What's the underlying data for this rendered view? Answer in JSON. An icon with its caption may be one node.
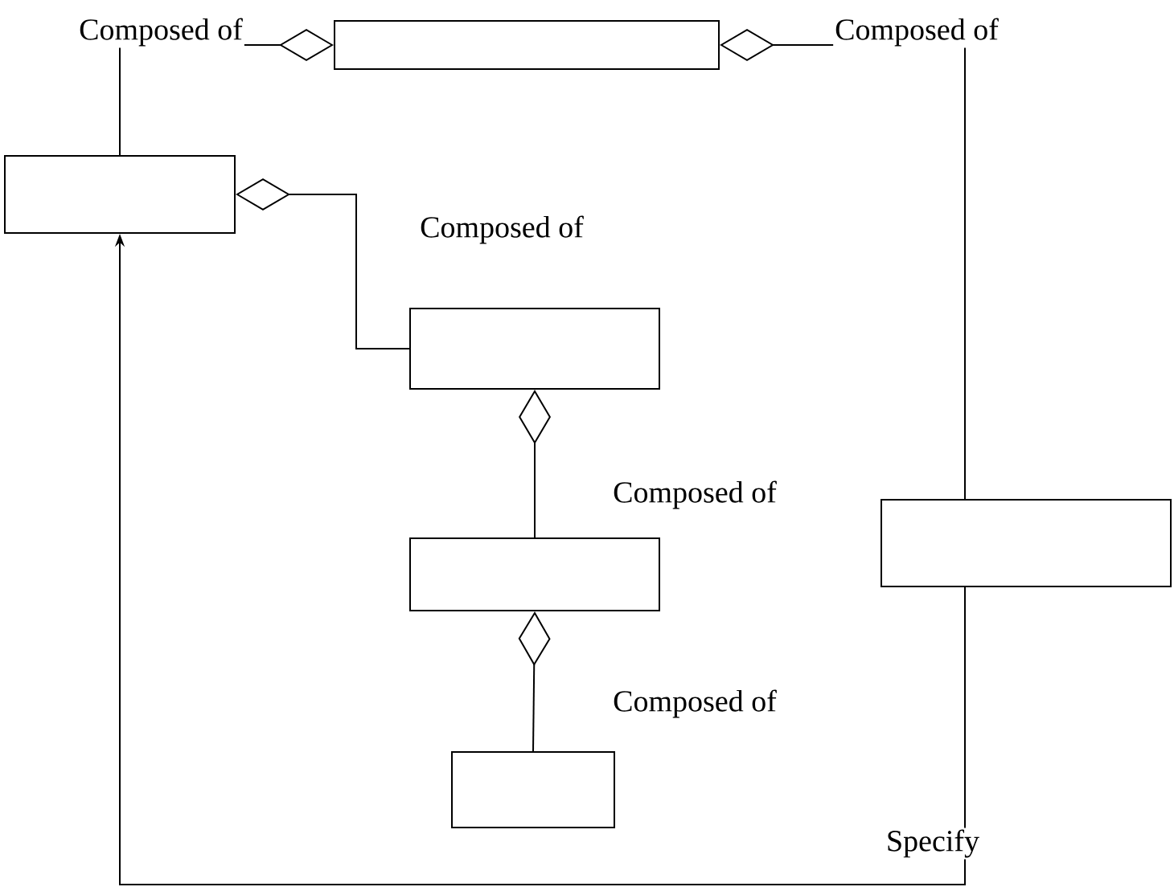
{
  "diagram": {
    "nodes": [
      {
        "text": [],
        "shape": "box"
      },
      {
        "text": [],
        "shape": "box"
      },
      {
        "text": [],
        "shape": "box"
      },
      {
        "text": [],
        "shape": "box"
      },
      {
        "text": [],
        "shape": "box"
      },
      {
        "text": [],
        "shape": "box"
      }
    ],
    "edges": [
      {
        "from": 1,
        "to": 0,
        "arrow": "other",
        "label": "Composed of"
      },
      {
        "from": 5,
        "to": 0,
        "arrow": "other",
        "label": "Composed of"
      },
      {
        "from": 2,
        "to": 1,
        "arrow": "other",
        "label": "Composed of"
      },
      {
        "from": 3,
        "to": 2,
        "arrow": "other",
        "label": "Composed of"
      },
      {
        "from": 4,
        "to": 3,
        "arrow": "other",
        "label": "Composed of"
      },
      {
        "from": 5,
        "to": 1,
        "arrow": "to",
        "label": "Specify"
      }
    ]
  }
}
